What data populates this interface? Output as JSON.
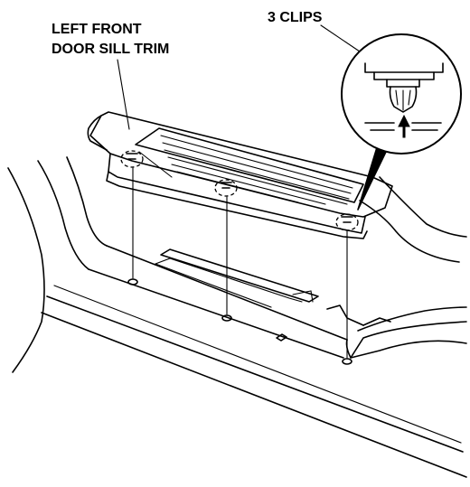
{
  "labels": {
    "part_line1": "LEFT FRONT",
    "part_line2": "DOOR SILL TRIM",
    "clips": "3 CLIPS"
  },
  "colors": {
    "ink": "#000000",
    "paper": "#ffffff"
  }
}
